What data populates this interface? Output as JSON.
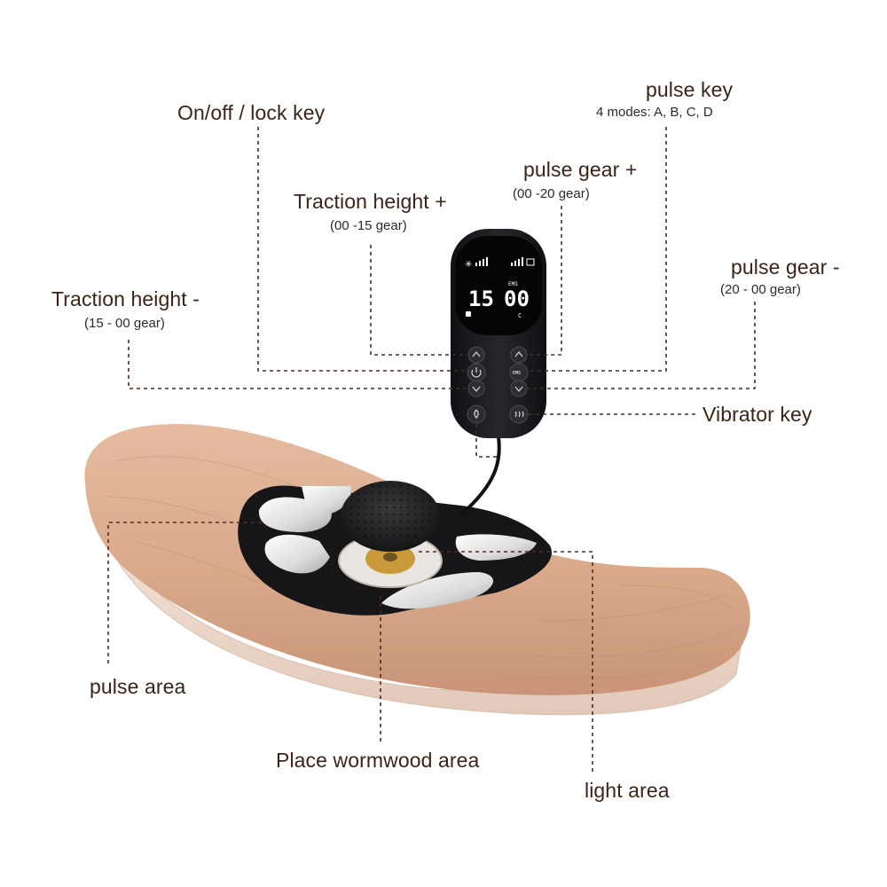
{
  "labels": {
    "pulse_key": {
      "title": "pulse key",
      "sub": "4 modes: A, B, C, D"
    },
    "onoff_lock": {
      "title": "On/off / lock key"
    },
    "pulse_gear_plus": {
      "title": "pulse gear +",
      "sub": "(00 -20 gear)"
    },
    "traction_height_plus": {
      "title": "Traction height +",
      "sub": "(00 -15 gear)"
    },
    "pulse_gear_minus": {
      "title": "pulse gear -",
      "sub": "(20 - 00 gear)"
    },
    "traction_height_minus": {
      "title": "Traction height -",
      "sub": "(15 - 00 gear)"
    },
    "vibrator_key": {
      "title": "Vibrator key"
    },
    "pulse_area": {
      "title": "pulse area"
    },
    "wormwood_area": {
      "title": "Place wormwood area"
    },
    "light_area": {
      "title": "light area"
    }
  },
  "remote": {
    "left_value": "15",
    "right_value": "00",
    "mode_badge": "EMS",
    "mode_letter": "C",
    "center_button": "EMS"
  },
  "colors": {
    "leader": "#4a2e22",
    "label_text": "#3b2418",
    "cushion": "#d9a98a",
    "remote_body": "#16171a"
  }
}
